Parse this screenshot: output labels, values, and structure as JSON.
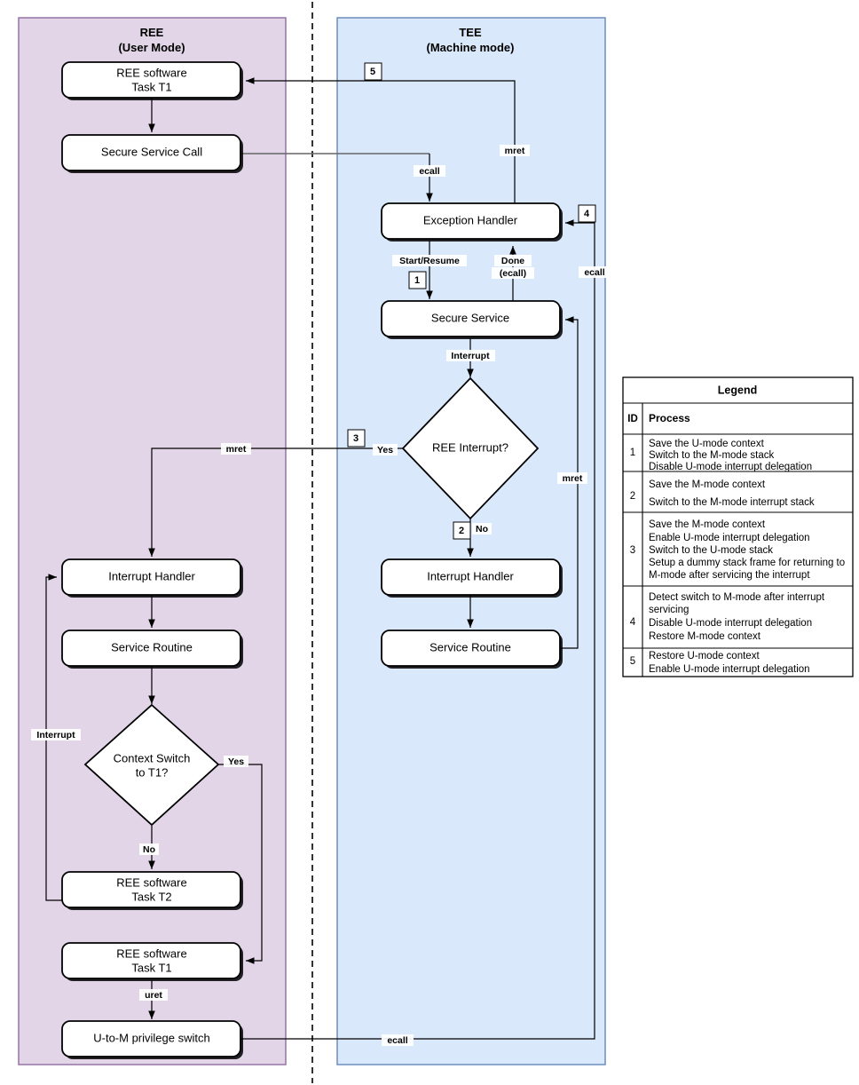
{
  "panels": {
    "ree": {
      "title": "REE",
      "subtitle": "(User Mode)",
      "color": "#e1d5e7",
      "border": "#9673a6"
    },
    "tee": {
      "title": "TEE",
      "subtitle": "(Machine mode)",
      "color": "#dae8fc",
      "border": "#6c8ebf"
    }
  },
  "nodes": {
    "ree_task_t1_top_l1": "REE software",
    "ree_task_t1_top_l2": "Task T1",
    "secure_service_call": "Secure Service Call",
    "exception_handler": "Exception Handler",
    "secure_service": "Secure Service",
    "ree_interrupt_q": "REE Interrupt?",
    "tee_interrupt_handler": "Interrupt Handler",
    "tee_service_routine": "Service Routine",
    "ree_interrupt_handler": "Interrupt Handler",
    "ree_service_routine": "Service Routine",
    "context_switch_q_l1": "Context Switch",
    "context_switch_q_l2": "to T1?",
    "ree_task_t2_l1": "REE software",
    "ree_task_t2_l2": "Task T2",
    "ree_task_t1_bot_l1": "REE software",
    "ree_task_t1_bot_l2": "Task T1",
    "u_to_m_switch": "U-to-M privilege switch"
  },
  "edge_labels": {
    "ecall_top": "ecall",
    "mret_top": "mret",
    "start_resume": "Start/Resume",
    "done_l1": "Done",
    "done_l2": "(ecall)",
    "ecall_right": "ecall",
    "interrupt_tee": "Interrupt",
    "yes_tee": "Yes",
    "no_tee": "No",
    "mret_left": "mret",
    "mret_right": "mret",
    "interrupt_ree": "Interrupt",
    "yes_ree": "Yes",
    "no_ree": "No",
    "uret": "uret",
    "ecall_bottom": "ecall"
  },
  "step_numbers": {
    "n1": "1",
    "n2": "2",
    "n3": "3",
    "n4": "4",
    "n5": "5"
  },
  "legend": {
    "title": "Legend",
    "col_id": "ID",
    "col_process": "Process",
    "rows": [
      {
        "id": "1",
        "lines": [
          "Save the U-mode context",
          "Switch to the M-mode stack",
          "Disable U-mode interrupt delegation"
        ]
      },
      {
        "id": "2",
        "lines": [
          "Save the M-mode context",
          "Switch to the M-mode interrupt stack"
        ]
      },
      {
        "id": "3",
        "lines": [
          "Save the M-mode context",
          "Enable U-mode interrupt delegation",
          "Switch to the U-mode stack",
          "Setup a dummy stack frame for returning to",
          "M-mode after servicing the interrupt"
        ]
      },
      {
        "id": "4",
        "lines": [
          "Detect switch to M-mode after interrupt",
          "servicing",
          "Disable U-mode interrupt delegation",
          "Restore M-mode context"
        ]
      },
      {
        "id": "5",
        "lines": [
          "Restore U-mode context",
          "Enable U-mode interrupt delegation"
        ]
      }
    ]
  }
}
